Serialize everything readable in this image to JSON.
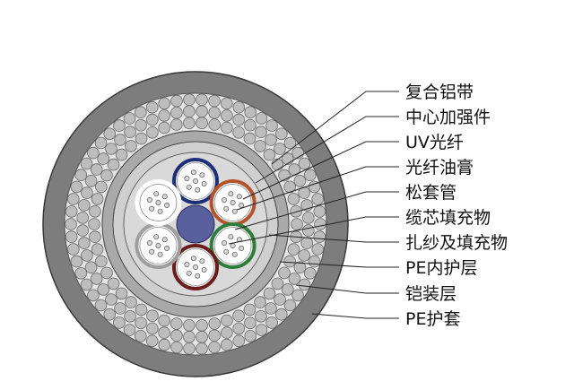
{
  "diagram": {
    "labels": [
      "复合铝带",
      "中心加强件",
      "UV光纤",
      "光纤油膏",
      "松套管",
      "缆芯填充物",
      "扎纱及填充物",
      "PE内护层",
      "铠装层",
      "PE护套"
    ],
    "colors": {
      "outer_sheath": "#7d7d7d",
      "armor_bg": "#e6e6e6",
      "armor_wire": "#bdbdbd",
      "inner_sheath": "#a9a9a9",
      "core_fill": "#d9d9d9",
      "center_member": "#5a5f9e",
      "tube_blue": "#1e2f7a",
      "tube_orange": "#b5532c",
      "tube_green": "#2f7d3c",
      "tube_brown": "#6b1c1c",
      "tube_grey": "#9e9e9e",
      "leader_line": "#222222"
    },
    "icons": [
      "cable-cross-section"
    ]
  }
}
